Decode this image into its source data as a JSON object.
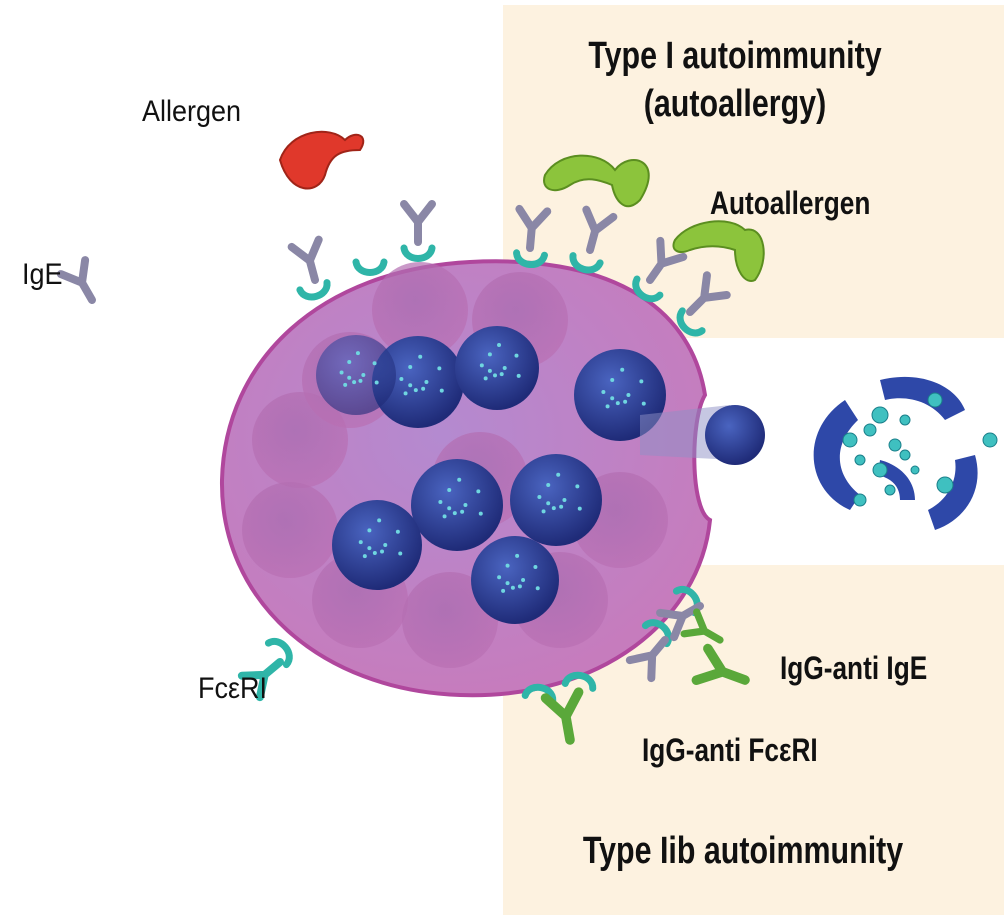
{
  "labels": {
    "type1_title_line1": "Type I autoimmunity",
    "type1_title_line2": "(autoallergy)",
    "autoallergen": "Autoallergen",
    "allergen": "Allergen",
    "ige": "IgE",
    "fceri": "FcεRI",
    "igg_anti_ige": "IgG-anti IgE",
    "igg_anti_fceri": "IgG-anti FcεRI",
    "type2b_title": "Type Iib autoimmunity"
  },
  "colors": {
    "panel": "#fdf2e0",
    "cell": "#c27bc0",
    "granule": "#2e3f95",
    "receptor": "#2fb5a8",
    "ige": "#8a87a6",
    "allergen": "#e0382b",
    "autoallergen": "#8cc43c",
    "igg": "#5aa83a"
  }
}
